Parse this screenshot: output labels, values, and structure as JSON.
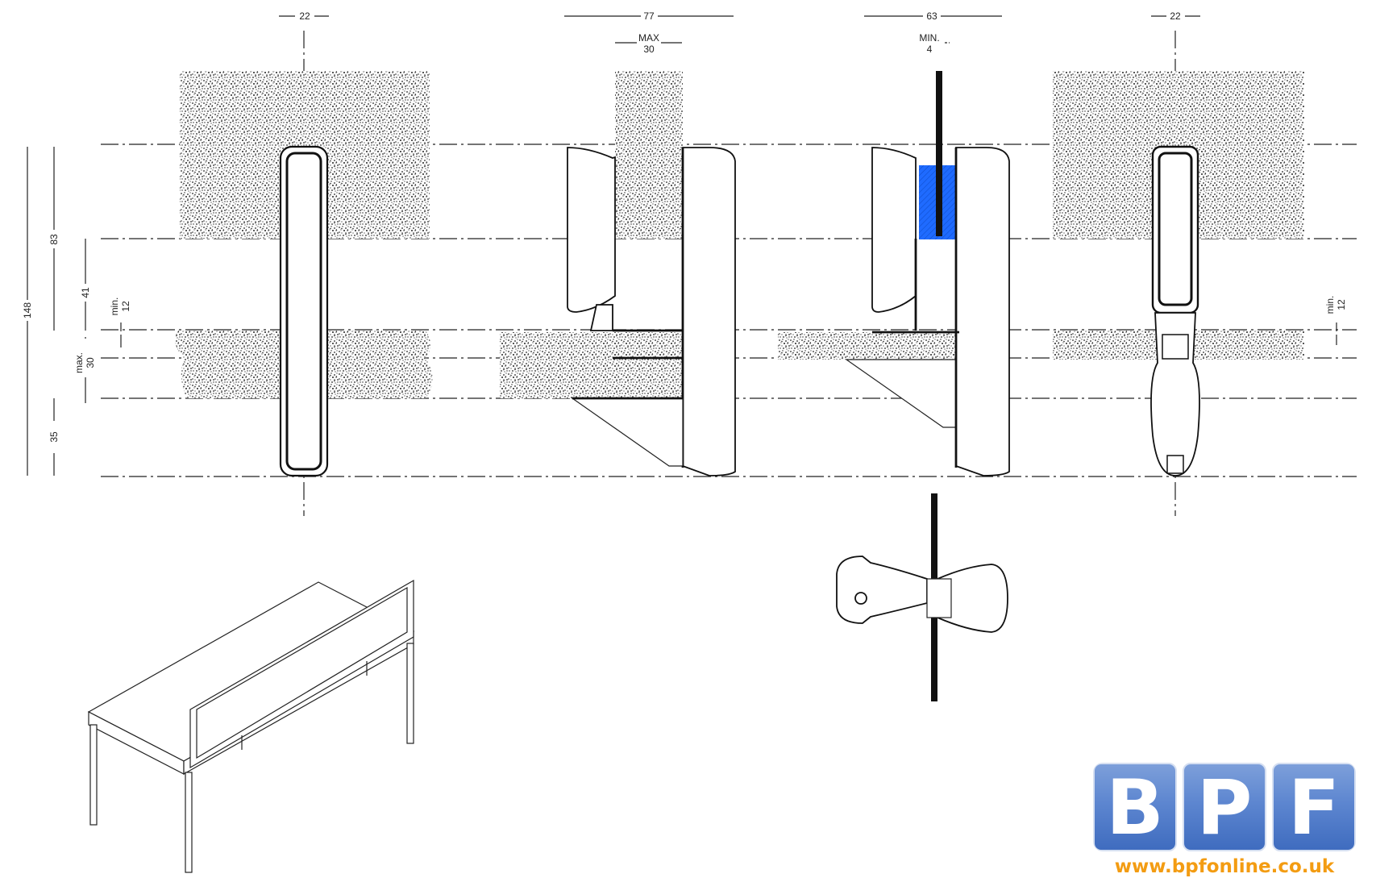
{
  "dimensions": {
    "top": [
      {
        "value": "22"
      },
      {
        "value": "77"
      },
      {
        "value": "63"
      },
      {
        "value": "22"
      }
    ],
    "max_thickness": {
      "line1": "MAX",
      "line2": "30"
    },
    "min_glass": {
      "line1": "MIN.",
      "line2": "4"
    },
    "left": {
      "overall": "148",
      "upper": "83",
      "clear": "41",
      "lower": "35",
      "min_gap": {
        "line1": "min.",
        "line2": "12"
      },
      "max_top": {
        "line1": "max.",
        "line2": "30"
      }
    },
    "right": {
      "min_gap": {
        "line1": "min.",
        "line2": "12"
      }
    }
  },
  "colors": {
    "glass_seal": "#1f6bff",
    "logo_blue": "#4f7cc9",
    "logo_orange": "#f39c12"
  },
  "logo": {
    "letters": [
      "B",
      "P",
      "F"
    ],
    "url": "www.bpfonline.co.uk"
  }
}
